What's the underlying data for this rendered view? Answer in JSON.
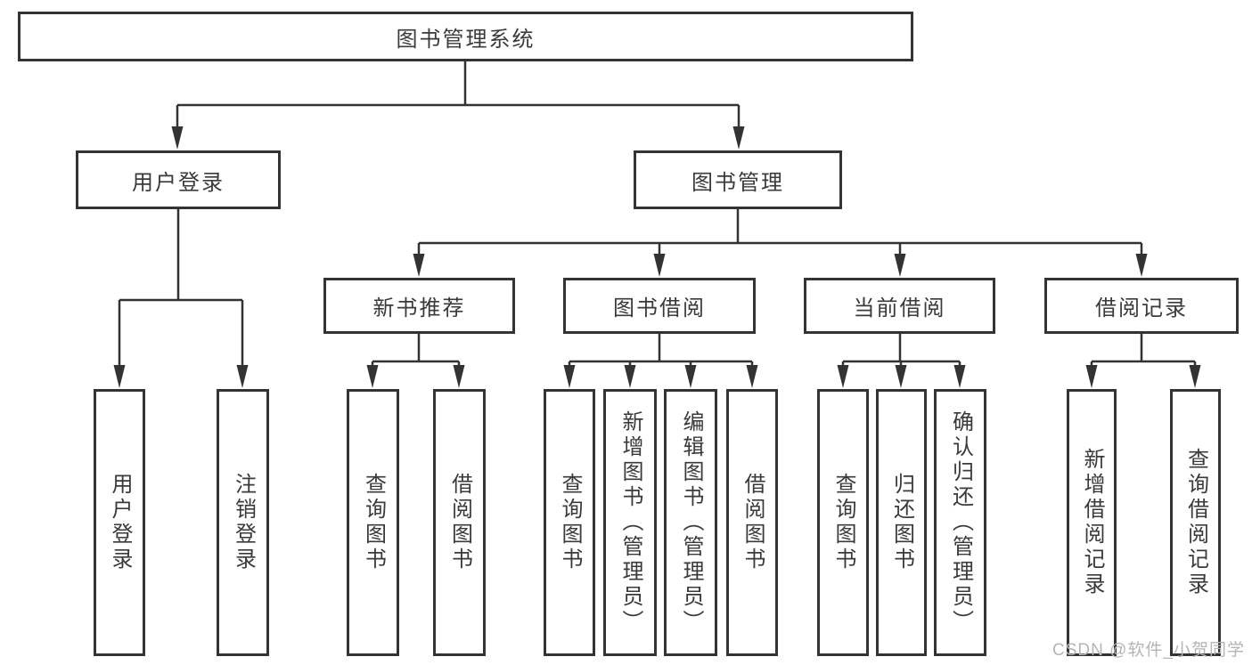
{
  "diagram": {
    "root": {
      "label": "图书管理系统"
    },
    "branches": [
      {
        "label": "用户登录",
        "children": [
          {
            "label": "用户登录"
          },
          {
            "label": "注销登录"
          }
        ]
      },
      {
        "label": "图书管理",
        "children": [
          {
            "label": "新书推荐",
            "children": [
              {
                "label": "查询图书"
              },
              {
                "label": "借阅图书"
              }
            ]
          },
          {
            "label": "图书借阅",
            "children": [
              {
                "label": "查询图书"
              },
              {
                "label": "新增图书（管理员）"
              },
              {
                "label": "编辑图书（管理员）"
              },
              {
                "label": "借阅图书"
              }
            ]
          },
          {
            "label": "当前借阅",
            "children": [
              {
                "label": "查询图书"
              },
              {
                "label": "归还图书"
              },
              {
                "label": "确认归还（管理员）"
              }
            ]
          },
          {
            "label": "借阅记录",
            "children": [
              {
                "label": "新增借阅记录"
              },
              {
                "label": "查询借阅记录"
              }
            ]
          }
        ]
      }
    ]
  },
  "watermark": {
    "text": "CSDN @软件_小贺同学"
  },
  "colors": {
    "line": "#333333",
    "text": "#3a3a3a",
    "background": "#ffffff",
    "watermark": "#b5b5b5"
  }
}
